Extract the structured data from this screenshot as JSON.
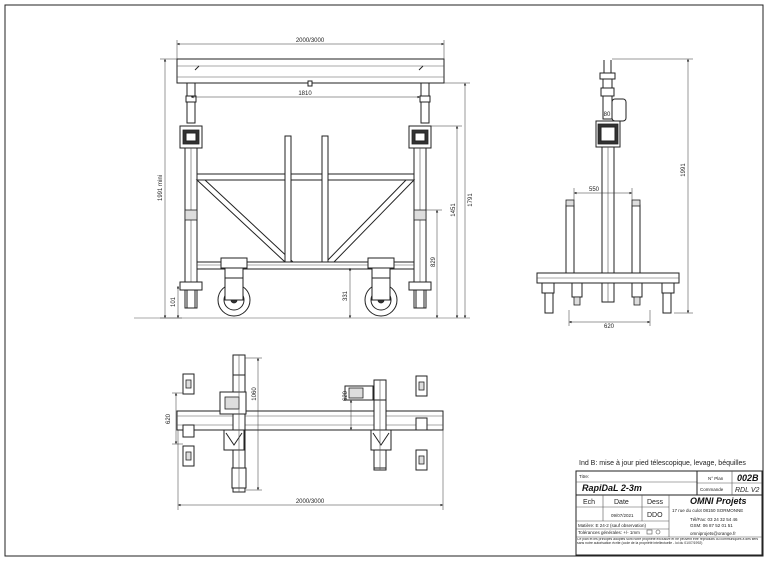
{
  "dimensions": {
    "front_width": "2000/3000",
    "front_inner": "1810",
    "front_height": "1991 mini",
    "front_1791": "1791",
    "front_1451": "1451",
    "front_829": "829",
    "front_331": "331",
    "front_101": "101",
    "side_550": "550",
    "side_1991": "1991",
    "side_620": "620",
    "top_620_left": "620",
    "top_620_right": "620",
    "top_1060": "1060",
    "top_width": "2000/3000"
  },
  "side_label_80": "80",
  "revision_note": "Ind B: mise à jour pied télescopique, levage, béquilles",
  "title_block": {
    "titre_label": "Titre:",
    "title": "RapiDaL 2-3m",
    "no_plan_label": "N° Plan",
    "no_plan_value": "002B",
    "commande_label": "Commande",
    "commande_value": "RDL V2",
    "ech_label": "Ech",
    "date_label": "Date",
    "dess_label": "Dess",
    "date_value": "09/07/2021",
    "dess_value": "DDO",
    "company": "OMNI Projets",
    "address": "17 rue du culot 08150 SORMONNE",
    "tel": "Tél/Fax: 03 24 32 54 46",
    "gsm": "GSM: 06 87 52 01 51",
    "email": "omniprojets@orange.fr",
    "matiere": "Matière: E 24-2 (sauf observation)",
    "tolerances": "Tolérances générales: +/- 1mm",
    "legal": "Ce plan et les principes adoptés sont notre propriété exclusive et ne peuvent être reproduits ou communiqués à des tiers sans notre autorisation écrite (code de la propriété intellectuelle - loi du 01/07/1992)"
  }
}
